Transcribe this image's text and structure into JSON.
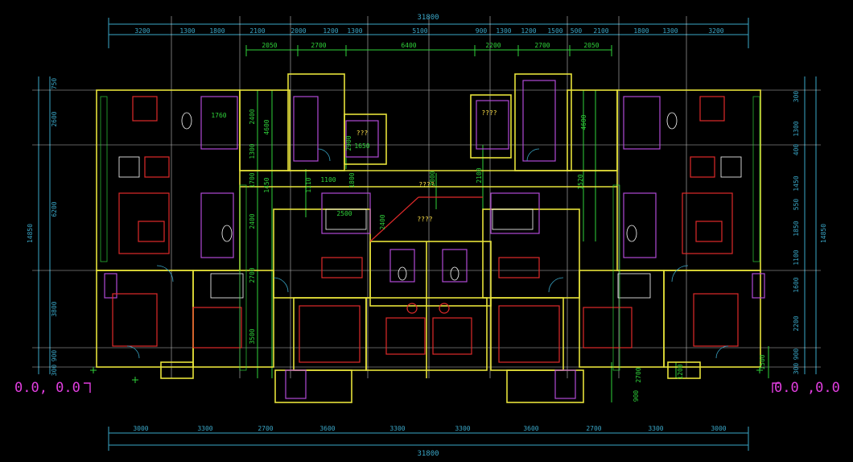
{
  "drawing": {
    "overall_width_label": "31800",
    "overall_height_label": "14850",
    "top_dims_row1": [
      "3200",
      "1300",
      "1800",
      "2100",
      "2000",
      "1200",
      "1300",
      "5100",
      "900",
      "1300",
      "1200",
      "1500",
      "500",
      "2100",
      "1800",
      "1300",
      "3200"
    ],
    "top_dims_row2": [
      "2050",
      "2700",
      "6400",
      "2200",
      "2700",
      "2050"
    ],
    "bottom_dims": [
      "3000",
      "3300",
      "2700",
      "3600",
      "3300",
      "3300",
      "3600",
      "2700",
      "3300",
      "3000"
    ],
    "left_dims": [
      "750",
      "2600",
      "6200",
      "3800",
      "900",
      "300"
    ],
    "right_dims": [
      "300",
      "1300",
      "400",
      "1450",
      "550",
      "1850",
      "1100",
      "1600",
      "2200",
      "900",
      "300"
    ],
    "inner_green_dims": [
      "1760",
      "2400",
      "4600",
      "1300",
      "1700",
      "1450",
      "2400",
      "2700",
      "3500",
      "1650",
      "1800",
      "2000",
      "2100",
      "2500",
      "2400",
      "4600",
      "1520",
      "1100",
      "1110",
      "2900",
      "1500",
      "900",
      "2700",
      "1200"
    ],
    "room_tags": [
      "???",
      "????",
      "????",
      "????"
    ],
    "origin_left": "0.0, 0.0",
    "origin_right": "0.0 ,0.0"
  },
  "colors": {
    "background": "#000000",
    "wall": "#e6e23a",
    "dimension": "#3aa7c8",
    "green_dim": "#2fd23a",
    "furniture": "#e02a2a",
    "fixture": "#b14ad6",
    "white_line": "#ffffff",
    "origin": "#e23ee0"
  }
}
